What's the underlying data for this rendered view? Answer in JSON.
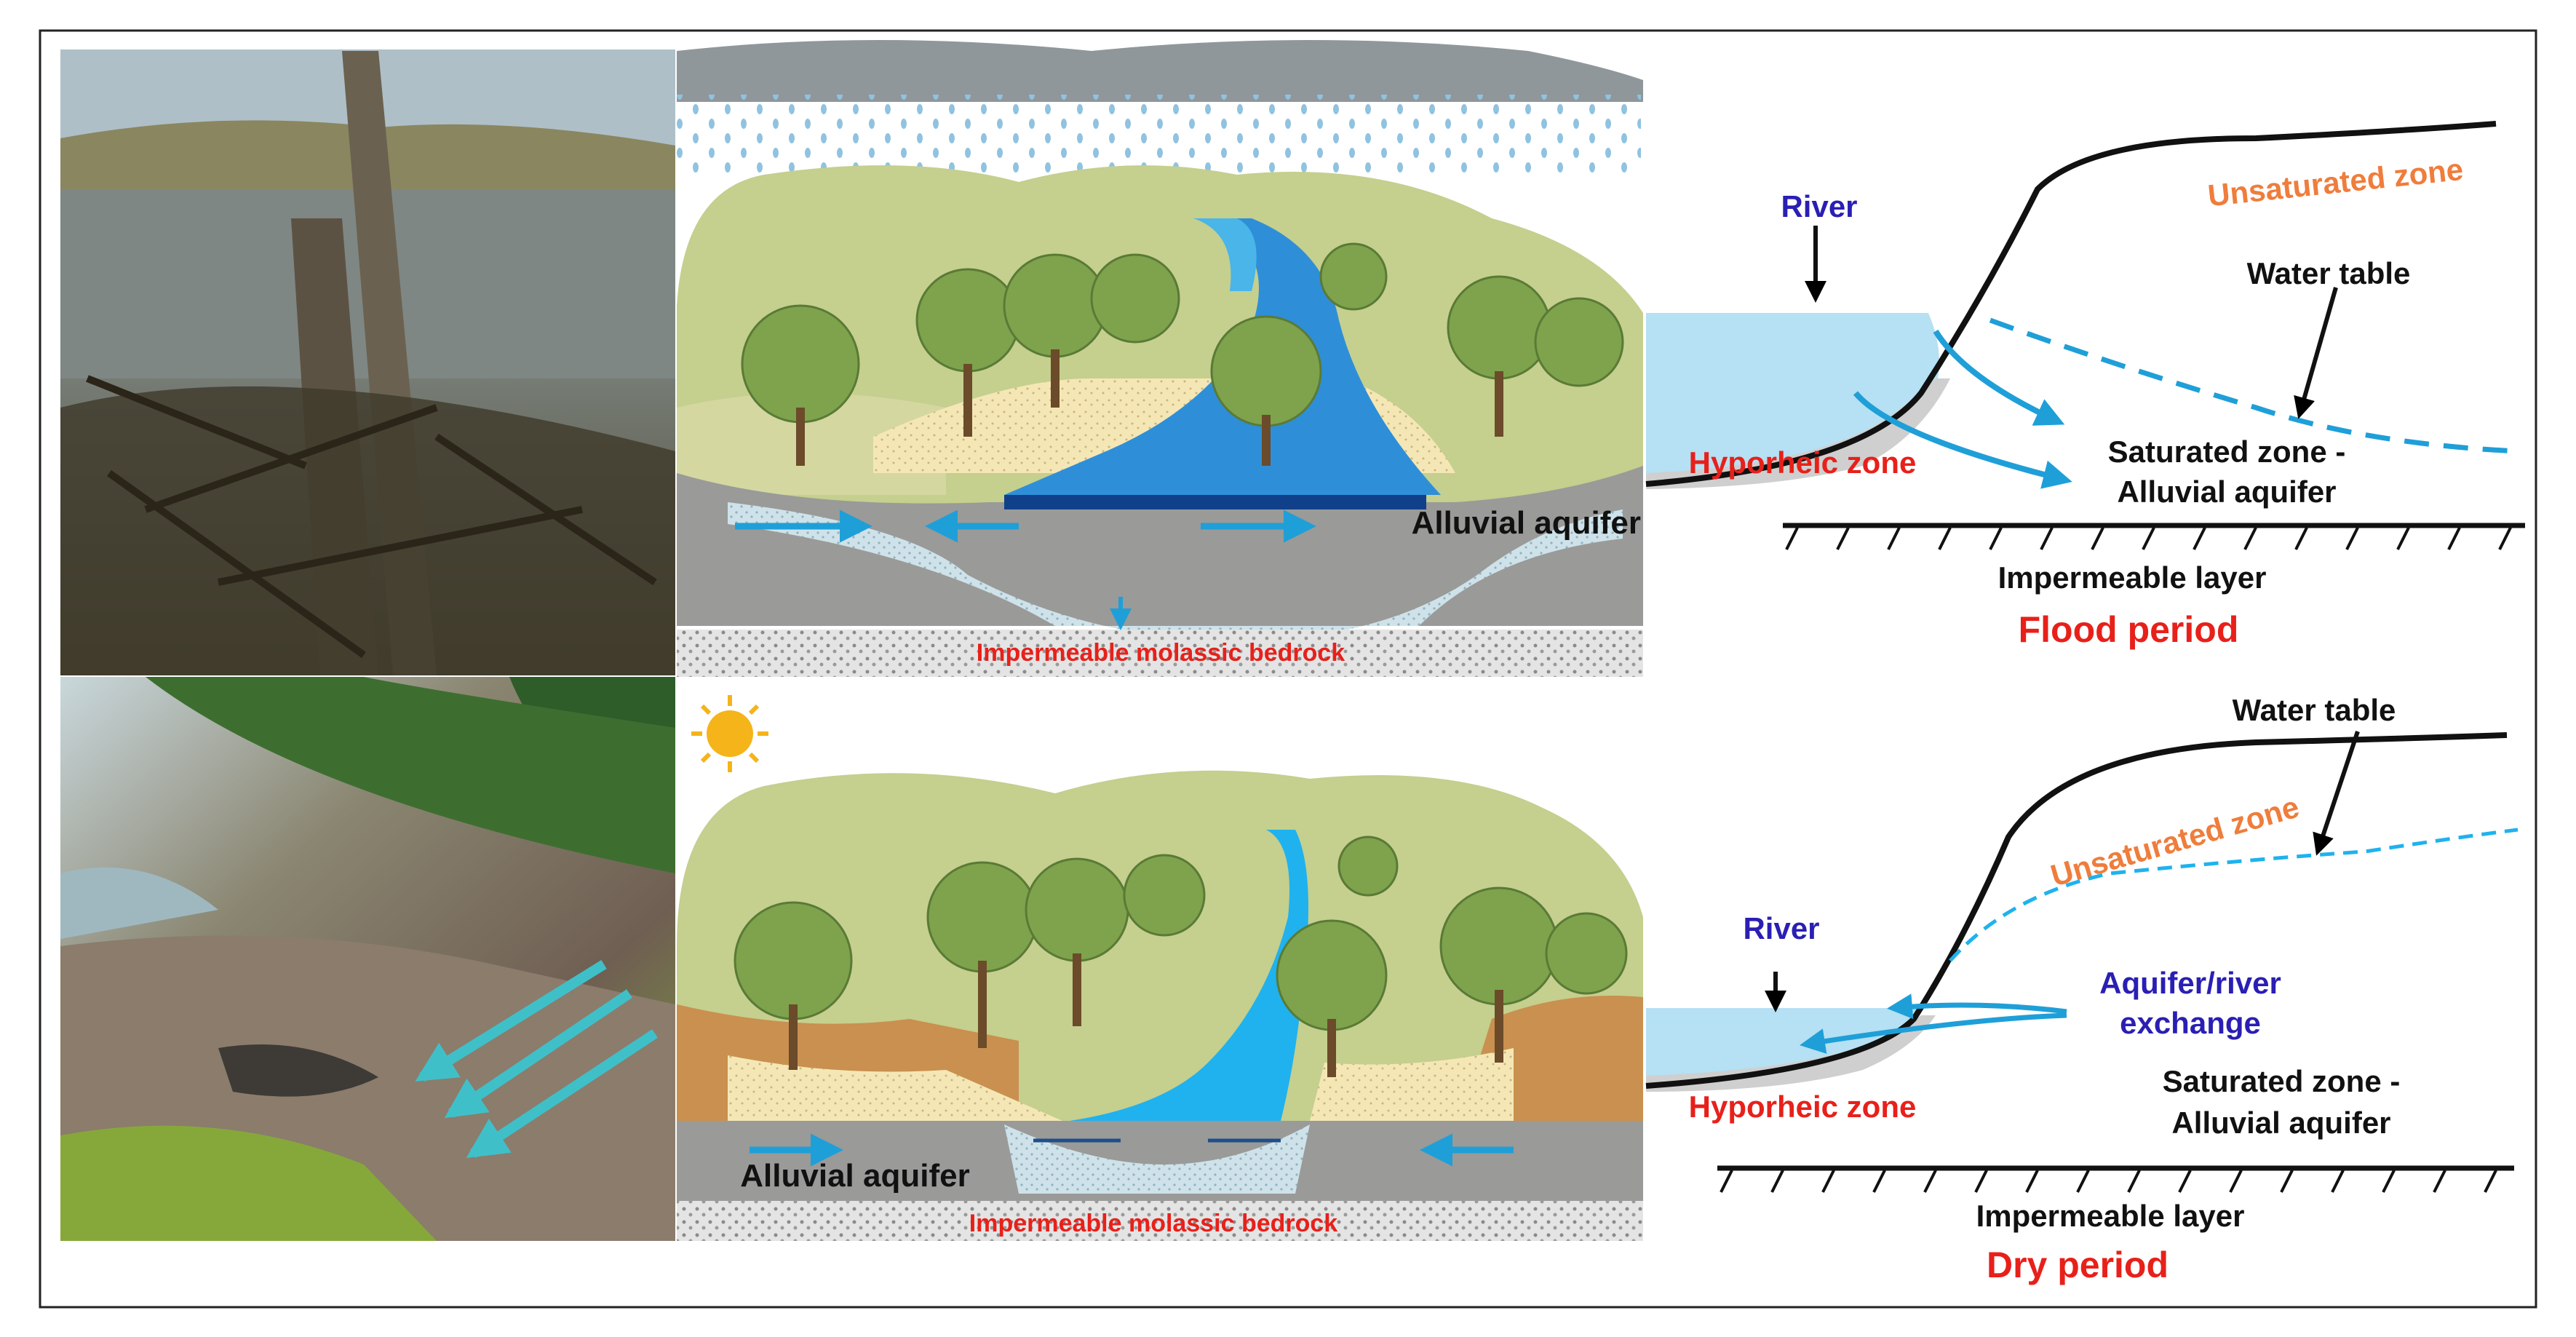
{
  "flood": {
    "bedrock_label": "Impermeable molassic bedrock",
    "aquifer_label": "Alluvial aquifer",
    "schematic": {
      "river": "River",
      "unsaturated": "Unsaturated zone",
      "water_table": "Water table",
      "hyporheic": "Hyporheic zone",
      "saturated_line1": "Saturated zone -",
      "saturated_line2": "Alluvial aquifer",
      "impermeable": "Impermeable layer",
      "period": "Flood period"
    }
  },
  "dry": {
    "bedrock_label": "Impermeable molassic bedrock",
    "aquifer_label": "Alluvial aquifer",
    "schematic": {
      "water_table": "Water table",
      "unsaturated": "Unsaturated zone",
      "river": "River",
      "exchange_line1": "Aquifer/river",
      "exchange_line2": "exchange",
      "hyporheic": "Hyporheic zone",
      "saturated_line1": "Saturated zone -",
      "saturated_line2": "Alluvial aquifer",
      "impermeable": "Impermeable layer",
      "period": "Dry period"
    }
  },
  "colors": {
    "river_blue": "#b6e0f3",
    "arrow_blue": "#1f9fd8",
    "label_red": "#e8201a",
    "label_orange": "#ef7d3c",
    "label_purple": "#2a1fb3",
    "hill_green": "#c5cf8e",
    "aquifer_grey": "#9a9a98"
  }
}
